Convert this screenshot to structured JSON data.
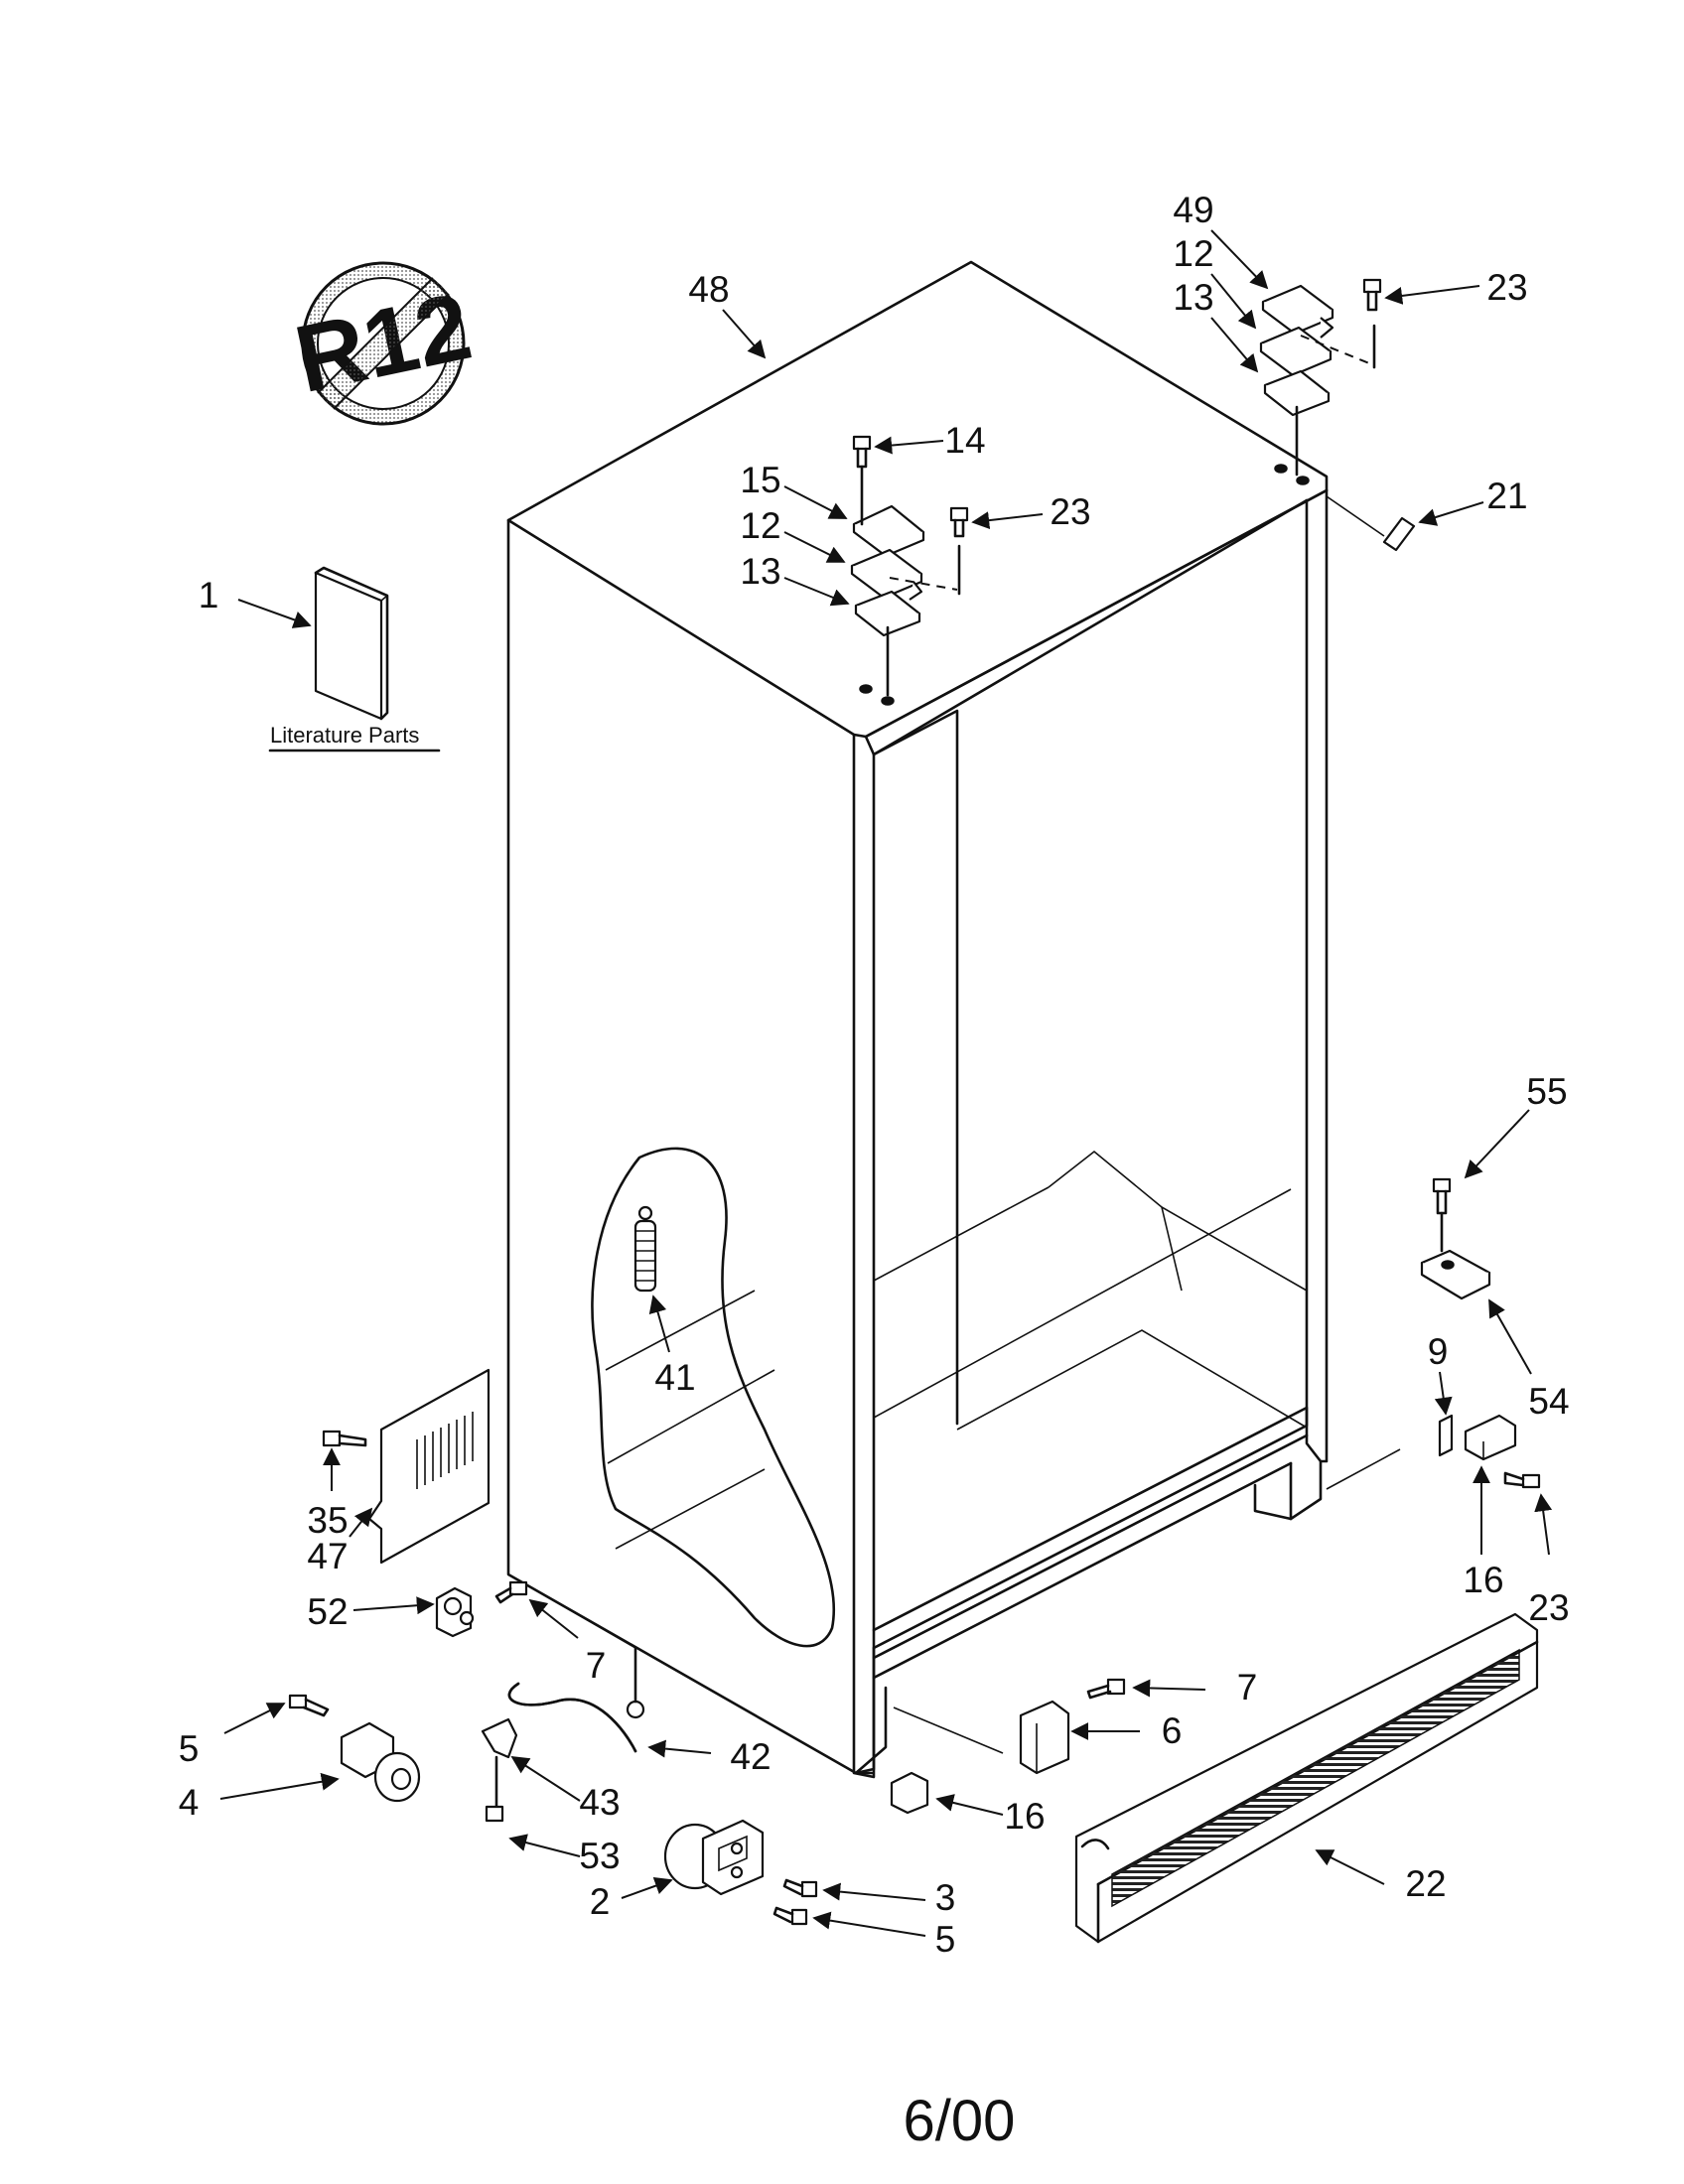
{
  "logo": {
    "text": "R12",
    "icon": "no-r12-refrigerant-icon"
  },
  "literature_label": "Literature Parts",
  "date_code": "6/00",
  "callouts": {
    "c1": "1",
    "c48": "48",
    "c49": "49",
    "c12a": "12",
    "c13a": "13",
    "c23a": "23",
    "c14": "14",
    "c15": "15",
    "c12b": "12",
    "c13b": "13",
    "c23b": "23",
    "c21": "21",
    "c41": "41",
    "c55": "55",
    "c54": "54",
    "c9": "9",
    "c16a": "16",
    "c23c": "23",
    "c35": "35",
    "c47": "47",
    "c52": "52",
    "c7a": "7",
    "c7b": "7",
    "c6": "6",
    "c5a": "5",
    "c4": "4",
    "c42": "42",
    "c43": "43",
    "c53": "53",
    "c16b": "16",
    "c2": "2",
    "c3": "3",
    "c5b": "5",
    "c22": "22"
  }
}
